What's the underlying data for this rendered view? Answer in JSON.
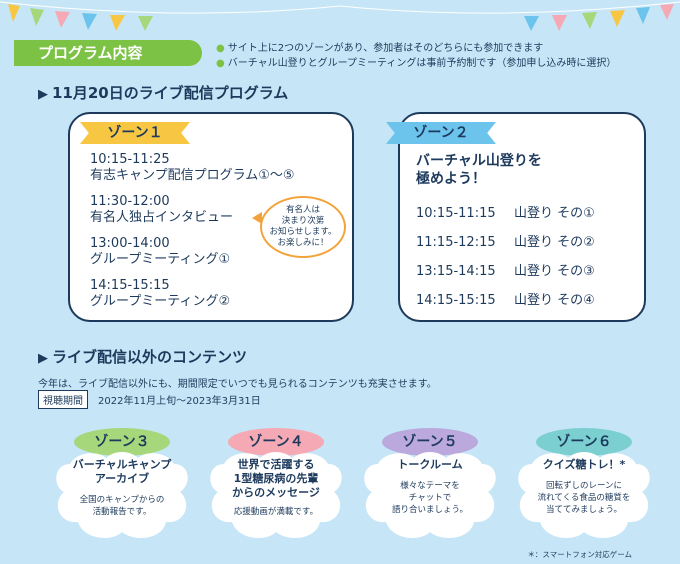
{
  "program_tag": "プログラム内容",
  "notes": [
    "サイト上に2つのゾーンがあり、参加者はそのどちらにも参加できます",
    "バーチャル山登りとグループミーティングは事前予約制です（参加申し込み時に選択）"
  ],
  "live_section_title": "11月20日のライブ配信プログラム",
  "zone1": {
    "label": "ゾーン１",
    "items": [
      {
        "time": "10:15-11:25",
        "title": "有志キャンプ配信プログラム①〜⑤"
      },
      {
        "time": "11:30-12:00",
        "title": "有名人独占インタビュー"
      },
      {
        "time": "13:00-14:00",
        "title": "グループミーティング①"
      },
      {
        "time": "14:15-15:15",
        "title": "グループミーティング②"
      }
    ],
    "bubble_lines": [
      "有名人は",
      "決まり次第",
      "お知らせします。",
      "お楽しみに！"
    ]
  },
  "zone2": {
    "label": "ゾーン２",
    "title_lines": [
      "バーチャル山登りを",
      "極めよう！"
    ],
    "items": [
      {
        "time": "10:15-11:15",
        "title": "山登り その①"
      },
      {
        "time": "11:15-12:15",
        "title": "山登り その②"
      },
      {
        "time": "13:15-14:15",
        "title": "山登り その③"
      },
      {
        "time": "14:15-15:15",
        "title": "山登り その④"
      }
    ]
  },
  "other_section_title": "ライブ配信以外のコンテンツ",
  "intro_text": "今年は、ライブ配信以外にも、期間限定でいつでも見られるコンテンツも充実させます。",
  "period_label": "視聴期間",
  "period_value": "2022年11月上旬〜2023年3月31日",
  "clouds": [
    {
      "label": "ゾーン３",
      "title": "バーチャルキャンプ\nアーカイブ",
      "desc": "全国のキャンプからの\n活動報告です。",
      "color": "#a6d77a"
    },
    {
      "label": "ゾーン４",
      "title": "世界で活躍する\n1型糖尿病の先輩\nからのメッセージ",
      "desc": "応援動画が満載です。",
      "color": "#f5a9b5"
    },
    {
      "label": "ゾーン５",
      "title": "トークルーム",
      "desc": "様々なテーマを\nチャットで\n語り合いましょう。",
      "color": "#bba8dc"
    },
    {
      "label": "ゾーン６",
      "title": "クイズ糖トレ！*",
      "desc": "回転ずしのレーンに\n流れてくる食品の糖質を\n当ててみましょう。",
      "color": "#7ccfd0"
    }
  ],
  "footnote": "＊：スマートフォン対応ゲーム",
  "colors": {
    "background": "#c6e6f7",
    "navy": "#1d3a5c",
    "green": "#7cc244",
    "zone1_label": "#f7c743",
    "zone2_label": "#6cc3ec",
    "bubble_border": "#f3a33b"
  }
}
